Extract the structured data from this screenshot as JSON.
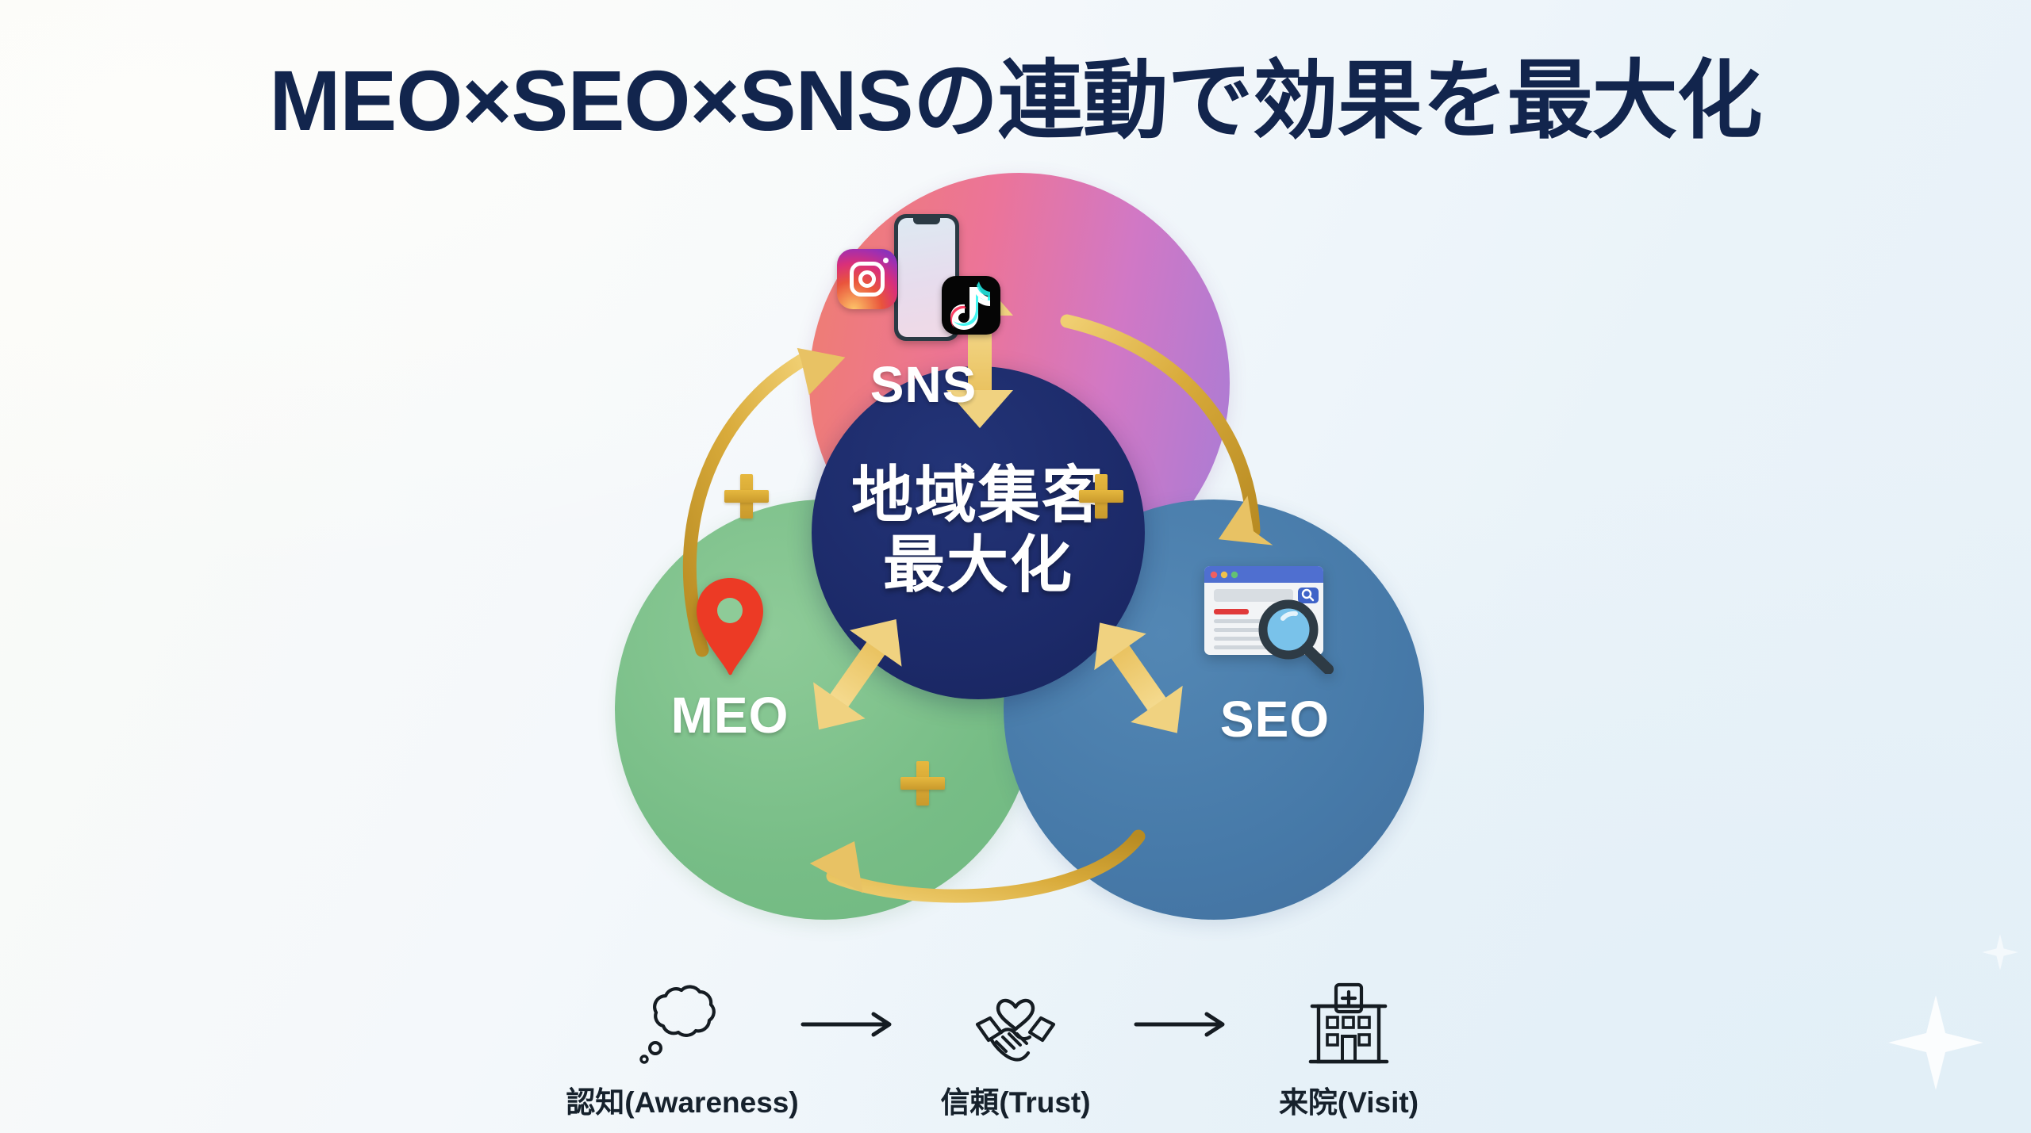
{
  "page": {
    "title": "MEO×SEO×SNSの連動で効果を最大化",
    "background_left": "#fbfbf7",
    "background_right": "#e7f1f8"
  },
  "diagram": {
    "type": "venn-three-circle",
    "center": {
      "name": "center-hub",
      "line1": "地域集客",
      "line2": "最大化",
      "color": "#1c2a69",
      "text_color": "#ffffff"
    },
    "lobes": [
      {
        "id": "sns",
        "label": "SNS",
        "position": "top",
        "color_start": "#ef7e6f",
        "color_mid": "#ec7498",
        "color_end": "#a77cd6",
        "icons": [
          "smartphone-icon",
          "instagram-icon",
          "tiktok-icon"
        ]
      },
      {
        "id": "meo",
        "label": "MEO",
        "position": "bottom-left",
        "color": "#77bd86",
        "icons": [
          "map-pin-icon"
        ],
        "icon_color": "#ec3a25"
      },
      {
        "id": "seo",
        "label": "SEO",
        "position": "bottom-right",
        "color": "#4679a8",
        "icons": [
          "browser-window-icon",
          "magnifier-icon"
        ]
      }
    ],
    "connectors": {
      "plus_signs": 3,
      "plus_color": "#d6a633",
      "arrow_color": "#efcf72",
      "arrow_color_dark": "#c89a2e",
      "description": "curved gold arrows between lobes and double-headed arrows to the center hub"
    }
  },
  "flow": {
    "steps": [
      {
        "label": "認知(Awareness)",
        "icon": "thought-bubble-icon"
      },
      {
        "label": "信頼(Trust)",
        "icon": "handshake-icon"
      },
      {
        "label": "来院(Visit)",
        "icon": "hospital-building-icon"
      }
    ],
    "arrow": "→"
  }
}
